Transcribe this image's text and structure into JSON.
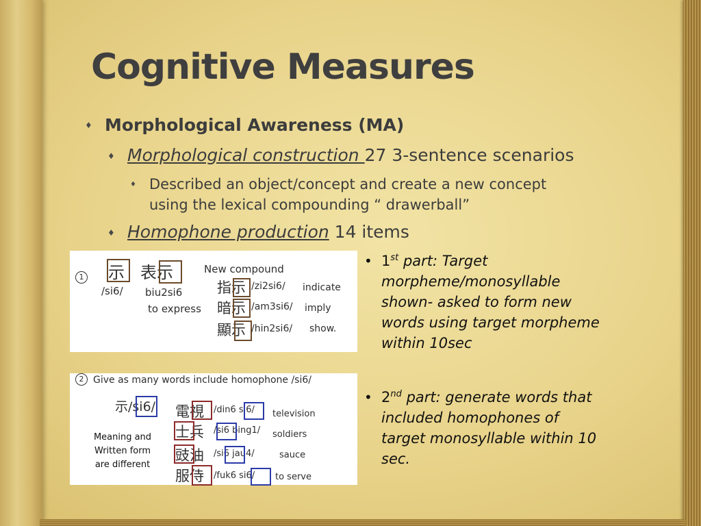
{
  "title": "Cognitive Measures",
  "bullets": {
    "ma": "Morphological Awareness  (MA)",
    "mc_label": "Morphological construction ",
    "mc_rest": "27 3-sentence scenarios",
    "mc_desc_1": "Described an object/concept and create a new concept",
    "mc_desc_2": "using the lexical compounding “ drawerball”",
    "hp_label": "Homophone production",
    "hp_rest": " 14 items"
  },
  "right": {
    "p1_num": "1",
    "p1_sup": "st",
    "p1_lines": [
      "part: Target",
      "morpheme/monosyllable",
      "shown- asked to form new",
      "words using target morpheme",
      "within 10sec"
    ],
    "p2_num": "2",
    "p2_sup": "nd",
    "p2_lines": [
      "part: generate words that",
      "included homophones of",
      "target monosyllable within 10",
      "sec."
    ]
  },
  "panel1": {
    "circle": "1",
    "char1": "示",
    "char2": "表示",
    "rom1": "/si6/",
    "rom2": "biu2si6",
    "gloss": "to express",
    "heading": "New compound",
    "rows": [
      {
        "hz": "指示",
        "rom": "/zi2si6/",
        "gloss": "indicate"
      },
      {
        "hz": "暗示",
        "rom": "/am3si6/",
        "gloss": "imply"
      },
      {
        "hz": "顯示",
        "rom": "/hin2si6/",
        "gloss": "show."
      }
    ]
  },
  "panel2": {
    "circle": "2",
    "heading": "Give as many words include homophone /si6/",
    "target": "示/si6/",
    "note_lines": [
      "Meaning and",
      "Written form",
      "are different"
    ],
    "rows": [
      {
        "hz": "電視",
        "rom": "/din6 si6/",
        "gloss": "television"
      },
      {
        "hz": "士兵",
        "rom": "/si6 bing1/",
        "gloss": "soldiers"
      },
      {
        "hz": "豉油",
        "rom": "/si6 jau4/",
        "gloss": "sauce"
      },
      {
        "hz": "服侍",
        "rom": "/fuk6 si6/",
        "gloss": "to serve"
      }
    ]
  }
}
